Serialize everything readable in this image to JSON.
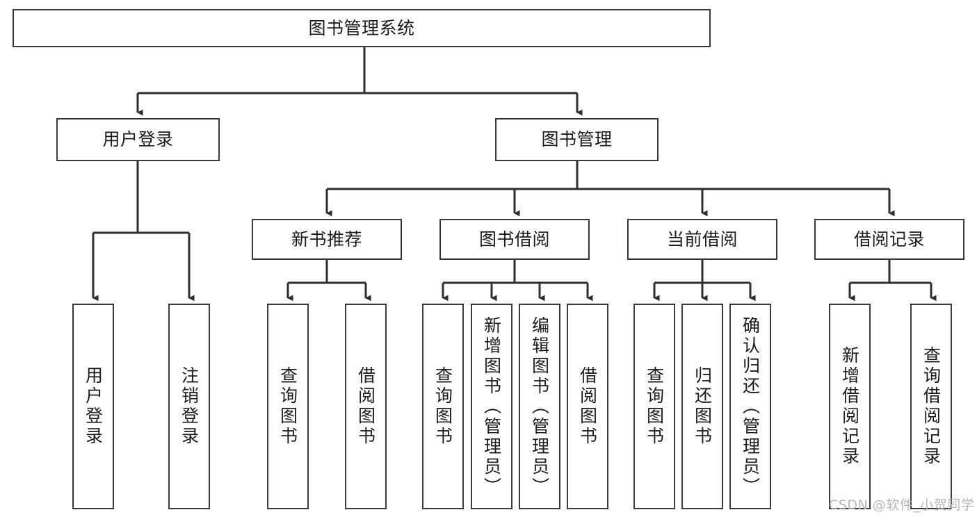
{
  "diagram": {
    "type": "hierarchy-tree",
    "title": "图书管理系统",
    "orientation": "top-down",
    "levels": 4,
    "nodes": {
      "root": {
        "label": "图书管理系统"
      },
      "level2": [
        {
          "label": "用户登录"
        },
        {
          "label": "图书管理"
        }
      ],
      "level3": [
        {
          "label": "新书推荐"
        },
        {
          "label": "图书借阅"
        },
        {
          "label": "当前借阅"
        },
        {
          "label": "借阅记录"
        }
      ],
      "leaves_user_login": [
        {
          "label": "用户登录"
        },
        {
          "label": "注销登录"
        }
      ],
      "leaves_new_book": [
        {
          "label": "查询图书"
        },
        {
          "label": "借阅图书"
        }
      ],
      "leaves_borrow": [
        {
          "label": "查询图书"
        },
        {
          "label": "新增图书（管理员）"
        },
        {
          "label": "编辑图书（管理员）"
        },
        {
          "label": "借阅图书"
        }
      ],
      "leaves_current": [
        {
          "label": "查询图书"
        },
        {
          "label": "归还图书"
        },
        {
          "label": "确认归还（管理员）"
        }
      ],
      "leaves_record": [
        {
          "label": "新增借阅记录"
        },
        {
          "label": "查询借阅记录"
        }
      ]
    }
  },
  "watermark": {
    "text": "CSDN @软件_小贺同学"
  },
  "colors": {
    "box_border": "#3a3a3a",
    "connector": "#2e2e2e",
    "text": "#1c1c1c",
    "background": "#ffffff",
    "watermark": "#b8b8b8"
  }
}
